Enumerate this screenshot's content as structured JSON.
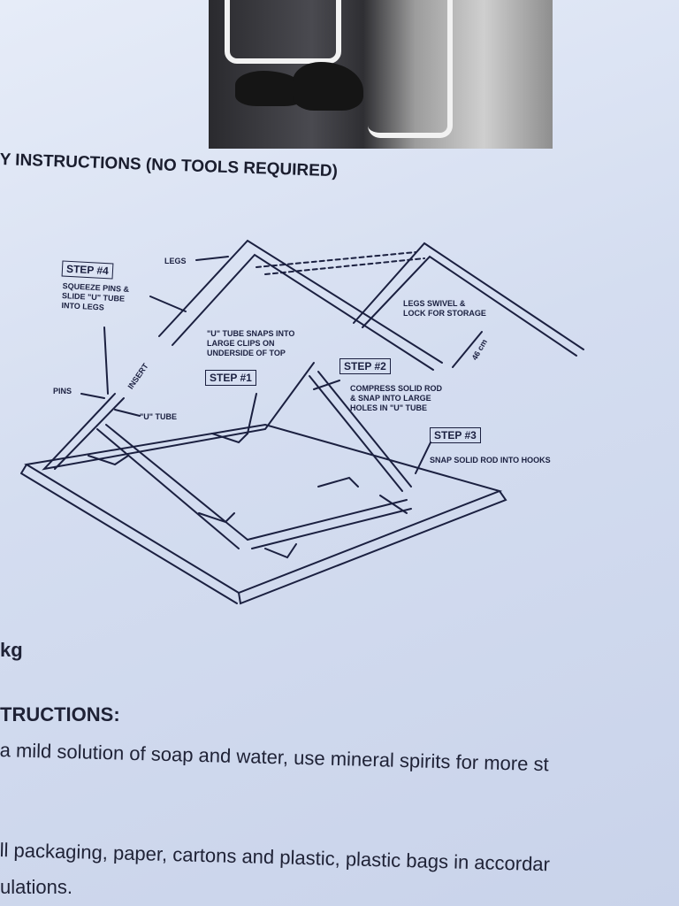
{
  "heading": "Y INSTRUCTIONS (NO TOOLS REQUIRED)",
  "diagram": {
    "legs": "LEGS",
    "step4": {
      "title": "STEP #4",
      "text": "SQUEEZE PINS &\nSLIDE \"U\" TUBE\nINTO LEGS"
    },
    "pins": "PINS",
    "insert": "INSERT",
    "u_tube": "\"U\" TUBE",
    "u_tube_snaps": "\"U\" TUBE SNAPS INTO\nLARGE CLIPS ON\nUNDERSIDE OF TOP",
    "step1": {
      "title": "STEP #1"
    },
    "step2": {
      "title": "STEP #2",
      "text": "COMPRESS SOLID ROD\n& SNAP INTO LARGE\nHOLES IN \"U\" TUBE"
    },
    "step3": {
      "title": "STEP #3",
      "text": "SNAP SOLID ROD INTO HOOKS"
    },
    "legs_swivel": "LEGS SWIVEL &\nLOCK FOR STORAGE",
    "dimension": "46 cm"
  },
  "weight_unit": "kg",
  "care_heading": "TRUCTIONS:",
  "care_text": "a mild solution of soap and water, use mineral spirits for more st",
  "disposal_line1": "ll packaging, paper, cartons and plastic, plastic bags in accordar",
  "disposal_line2": "ulations."
}
